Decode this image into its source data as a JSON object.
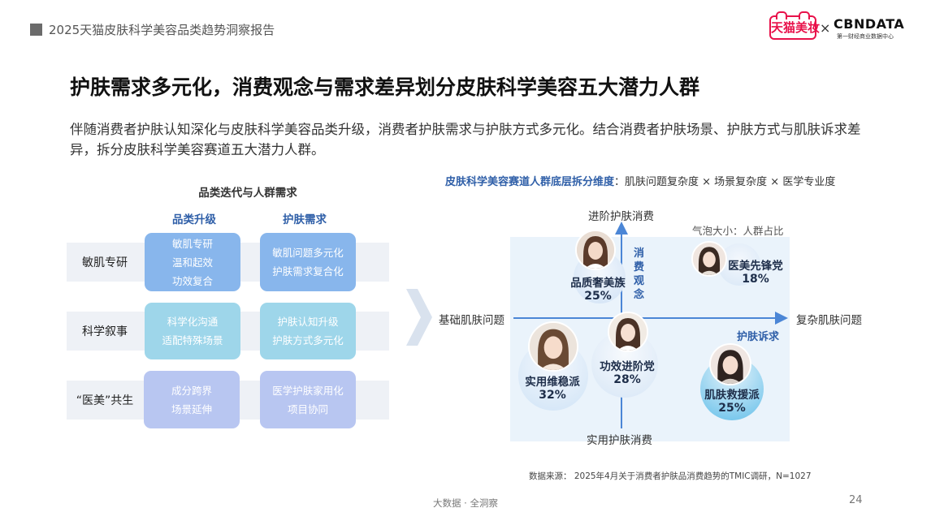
{
  "header": {
    "report_title": "2025天猫皮肤科学美容品类趋势洞察报告",
    "tmall_logo_text": "天猫美妆",
    "logo_separator": "×",
    "cbn_logo_text": "CBNDATA",
    "cbn_logo_sub": "第一财经商业数据中心"
  },
  "page": {
    "title": "护肤需求多元化，消费观念与需求差异划分皮肤科学美容五大潜力人群",
    "intro": "伴随消费者护肤认知深化与皮肤科学美容品类升级，消费者护肤需求与护肤方式多元化。结合消费者护肤场景、护肤方式与肌肤诉求差异，拆分皮肤科学美容赛道五大潜力人群。"
  },
  "left_diagram": {
    "title": "品类迭代与人群需求",
    "col1_header": "品类升级",
    "col2_header": "护肤需求",
    "rows": [
      {
        "label": "敏肌专研",
        "col1": [
          "敏肌专研",
          "温和起效",
          "功效复合"
        ],
        "col2": [
          "敏肌问题多元化",
          "护肤需求复合化"
        ]
      },
      {
        "label": "科学叙事",
        "col1": [
          "科学化沟通",
          "适配特殊场景"
        ],
        "col2": [
          "护肤认知升级",
          "护肤方式多元化"
        ]
      },
      {
        "label": "“医美”共生",
        "col1": [
          "成分跨界",
          "场景延伸"
        ],
        "col2": [
          "医学护肤家用化",
          "项目协同"
        ]
      }
    ]
  },
  "right_chart": {
    "title_highlight": "皮肤科学美容赛道人群底层拆分维度",
    "title_rest": "：肌肤问题复杂度 × 场景复杂度 × 医学专业度",
    "axis_top": "进阶护肤消费",
    "axis_bottom": "实用护肤消费",
    "axis_left": "基础肌肤问题",
    "axis_right": "复杂肌肤问题",
    "axis_v_name": "消费观念",
    "axis_h_name": "护肤诉求",
    "bubble_size_note": "气泡大小：人群占比",
    "colors": {
      "accent": "#2f5fa8",
      "bubble_light": "#dbe9f8",
      "bubble_deep": "#6fc3ec"
    }
  },
  "chart_data": {
    "type": "scatter",
    "title": "",
    "xlabel": "护肤诉求",
    "ylabel": "消费观念",
    "x_axis_ends": [
      "基础肌肤问题",
      "复杂肌肤问题"
    ],
    "y_axis_ends": [
      "实用护肤消费",
      "进阶护肤消费"
    ],
    "size_label": "气泡大小：人群占比",
    "series": [
      {
        "group": "品质奢美族",
        "share": "25%",
        "quadrant": "top-left"
      },
      {
        "group": "医美先锋党",
        "share": "18%",
        "quadrant": "top-right"
      },
      {
        "group": "实用维稳派",
        "share": "32%",
        "quadrant": "bottom-left"
      },
      {
        "group": "功效进阶党",
        "share": "28%",
        "quadrant": "center"
      },
      {
        "group": "肌肤救援派",
        "share": "25%",
        "quadrant": "bottom-right"
      }
    ]
  },
  "footer": {
    "source": "数据来源： 2025年4月关于消费者护肤品消费趋势的TMIC调研，N=1027",
    "slogan": "大数据 · 全洞察",
    "page_number": "24"
  }
}
